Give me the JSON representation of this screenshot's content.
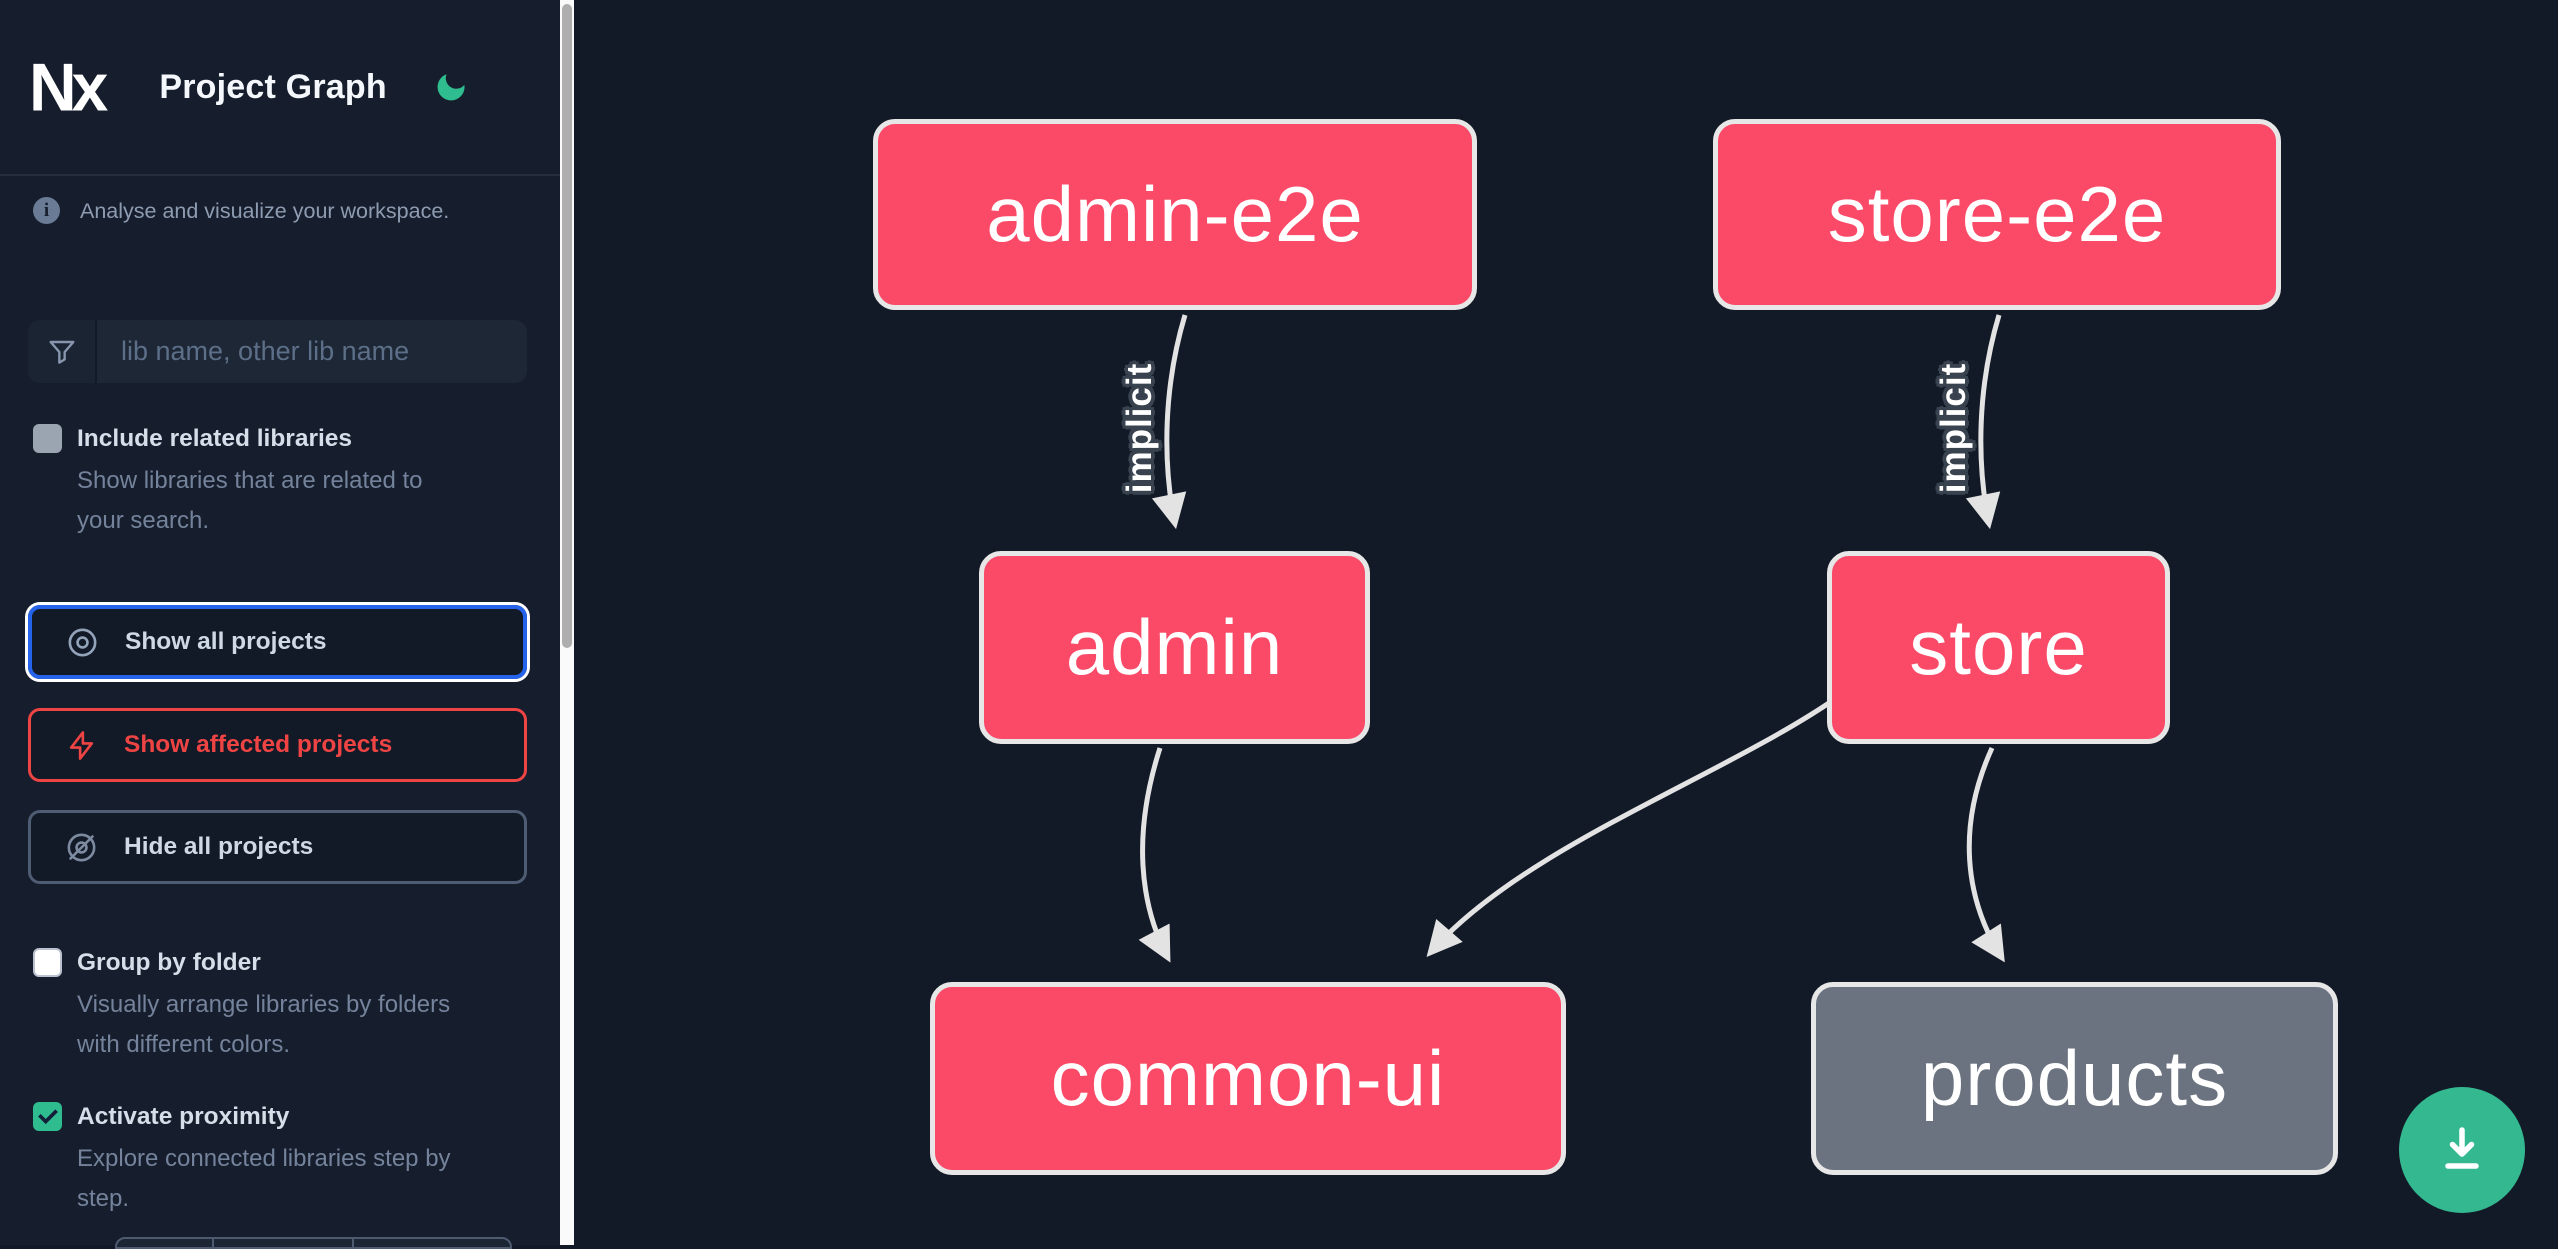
{
  "app": {
    "logo_text": "Nx",
    "title": "Project Graph"
  },
  "sidebar": {
    "tagline": "Analyse and visualize your workspace.",
    "search_placeholder": "lib name, other lib name",
    "include_related": {
      "label": "Include related libraries",
      "desc": "Show libraries that are related to your search.",
      "checked": false,
      "state": "disabled"
    },
    "buttons": {
      "show_all": "Show all projects",
      "show_affected": "Show affected projects",
      "hide_all": "Hide all projects"
    },
    "group_by_folder": {
      "label": "Group by folder",
      "desc": "Visually arrange libraries by folders with different colors.",
      "checked": false
    },
    "proximity": {
      "label": "Activate proximity",
      "desc": "Explore connected libraries step by step.",
      "checked": true
    }
  },
  "graph": {
    "nodes": [
      {
        "id": "admin-e2e",
        "label": "admin-e2e",
        "type": "affected"
      },
      {
        "id": "store-e2e",
        "label": "store-e2e",
        "type": "affected"
      },
      {
        "id": "admin",
        "label": "admin",
        "type": "affected"
      },
      {
        "id": "store",
        "label": "store",
        "type": "affected"
      },
      {
        "id": "common-ui",
        "label": "common-ui",
        "type": "affected"
      },
      {
        "id": "products",
        "label": "products",
        "type": "normal"
      }
    ],
    "edges": [
      {
        "from": "admin-e2e",
        "to": "admin",
        "label": "implicit"
      },
      {
        "from": "store-e2e",
        "to": "store",
        "label": "implicit"
      },
      {
        "from": "admin",
        "to": "common-ui",
        "label": ""
      },
      {
        "from": "store",
        "to": "common-ui",
        "label": ""
      },
      {
        "from": "store",
        "to": "products",
        "label": ""
      }
    ]
  },
  "colors": {
    "affected_node": "#fa4a68",
    "normal_node": "#6b7280",
    "accent_green": "#2fbd8f",
    "focus_blue": "#2563eb",
    "danger_red": "#ef4444",
    "edge": "#e3e3e3"
  }
}
